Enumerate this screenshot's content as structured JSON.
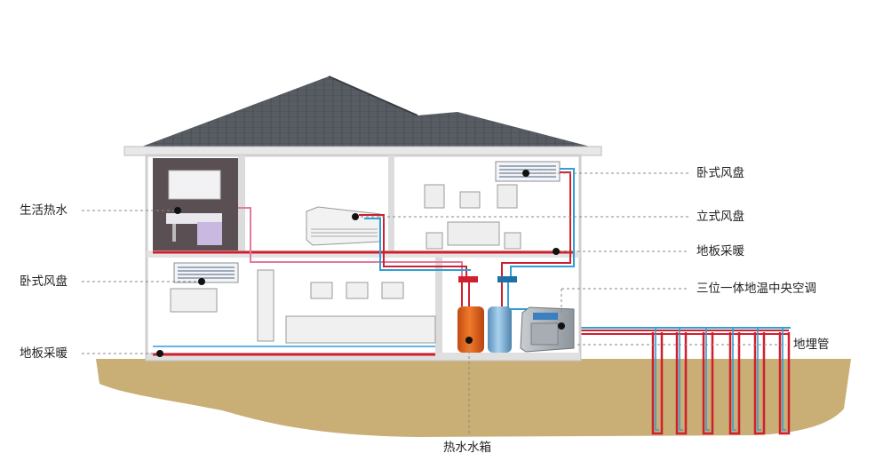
{
  "labels": {
    "left_hot_water": "生活热水",
    "left_fan_coil": "卧式风盘",
    "left_floor_heating": "地板采暖",
    "right_fan_coil": "卧式风盘",
    "right_standing_coil": "立式风盘",
    "right_floor_heating": "地板采暖",
    "right_unit": "三位一体地温中央空调",
    "right_ground_pipe": "地埋管",
    "bottom_tank": "热水水箱"
  },
  "colors": {
    "hot_pipe": "#d0202e",
    "cold_pipe": "#2f9fd8",
    "pink_pipe": "#e07aa0",
    "soil": "#c9ae75",
    "roof": "#555a60",
    "wall": "#d9d9d9",
    "leader_line": "#888888"
  }
}
